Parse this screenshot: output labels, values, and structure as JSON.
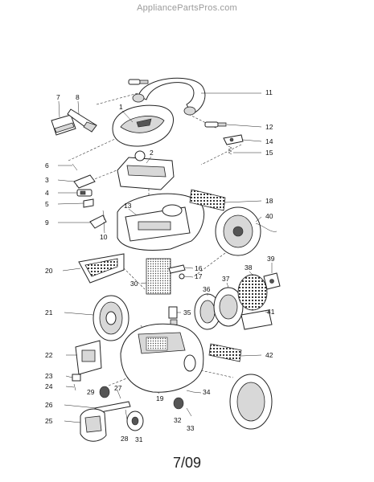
{
  "watermark": "AppliancePartsPros.com",
  "page_number": "7/09",
  "callouts": {
    "c1": "1",
    "c2": "2",
    "c3": "3",
    "c4": "4",
    "c5": "5",
    "c6": "6",
    "c7": "7",
    "c8": "8",
    "c9": "9",
    "c10": "10",
    "c11": "11",
    "c12": "12",
    "c13": "13",
    "c14": "14",
    "c15": "15",
    "c16": "16",
    "c17": "17",
    "c18": "18",
    "c19": "19",
    "c20": "20",
    "c21": "21",
    "c22": "22",
    "c23": "23",
    "c24": "24",
    "c25": "25",
    "c26": "26",
    "c27": "27",
    "c28": "28",
    "c29": "29",
    "c30": "30",
    "c31": "31",
    "c32": "32",
    "c33": "33",
    "c34": "34",
    "c35": "35",
    "c36": "36",
    "c37": "37",
    "c38": "38",
    "c39": "39",
    "c40": "40",
    "c41": "41",
    "c42": "42"
  }
}
